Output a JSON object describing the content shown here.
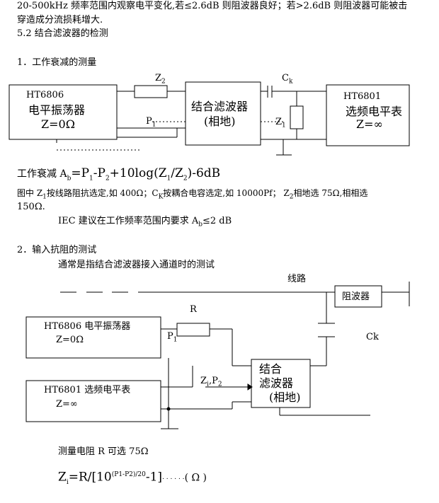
{
  "intro_line1": "20-500kHz 频率范围内观察电平变化,若≤2.6dB 则阻波器良好；若>2.6dB 则阻波器可能被击",
  "intro_line2": "穿造成分流损耗增大.",
  "section_heading": "5.2  结合滤波器的检测",
  "item1_heading": "1．工作衰减的测量",
  "formula1": {
    "prefix": "工作衰减  A",
    "sub_b": "b",
    "mid1": "=P",
    "sub_1": "1",
    "mid2": "-P",
    "sub_2": "2",
    "mid3": "+10log(Z",
    "sub_z1": "1",
    "mid4": "/Z",
    "sub_z2": "2",
    "suffix": ")-6dB"
  },
  "note1": {
    "a": "图中 Z",
    "a_sub": "1",
    "b": "按线路阻抗选定,如 400Ω；C",
    "b_sub": "K",
    "c": "按耦合电容选定,如 10000Pf；  Z",
    "c_sub": "2",
    "d": "相地选 75Ω,相相选"
  },
  "note1_line2": "150Ω.",
  "iec": {
    "a": "IEC 建议在工作频率范围内要求 A",
    "a_sub": "b",
    "b": "≤2 dB"
  },
  "item2_heading": "2．输入抗阻的测试",
  "item2_sub": "通常是指结合滤波器接入通道时的测试",
  "diagram1": {
    "osc_model": "HT6806",
    "osc_name": "电平振荡器",
    "osc_z": "Z=0Ω",
    "z2": "Z",
    "z2_sub": "2",
    "p1": "P",
    "p1_sub": "1",
    "filter_line1": "结合滤波器",
    "filter_line2": "(相地)",
    "ck": "C",
    "ck_sub": "k",
    "z1": "Z",
    "z1_sub": "1",
    "meter_model": "HT6801",
    "meter_name": "选频电平表",
    "meter_z": "Z=∞"
  },
  "diagram2": {
    "line_label": "线路",
    "trap_label": "阻波器",
    "osc_label": "HT6806 电平振荡器",
    "osc_z": "Z=0Ω",
    "r": "R",
    "p1": "P",
    "p1_sub": "1",
    "zi": "Z",
    "zi_sub": "i",
    "p2": ",P",
    "p2_sub": "2",
    "filter_line1": "结合",
    "filter_line2": "滤波器",
    "filter_line3": "(相地)",
    "ck": "Ck",
    "meter_label": "HT6801 选频电平表",
    "meter_z": "Z=∞"
  },
  "resistor_note": "测量电阻 R 可选 75Ω",
  "formula2": {
    "a": "Z",
    "a_sub": "i",
    "b": "=R/[10",
    "sup": "(P1-P2)/20",
    "c": "-1]",
    "dots": "· · · · · ·",
    "unit": "( Ω )"
  }
}
